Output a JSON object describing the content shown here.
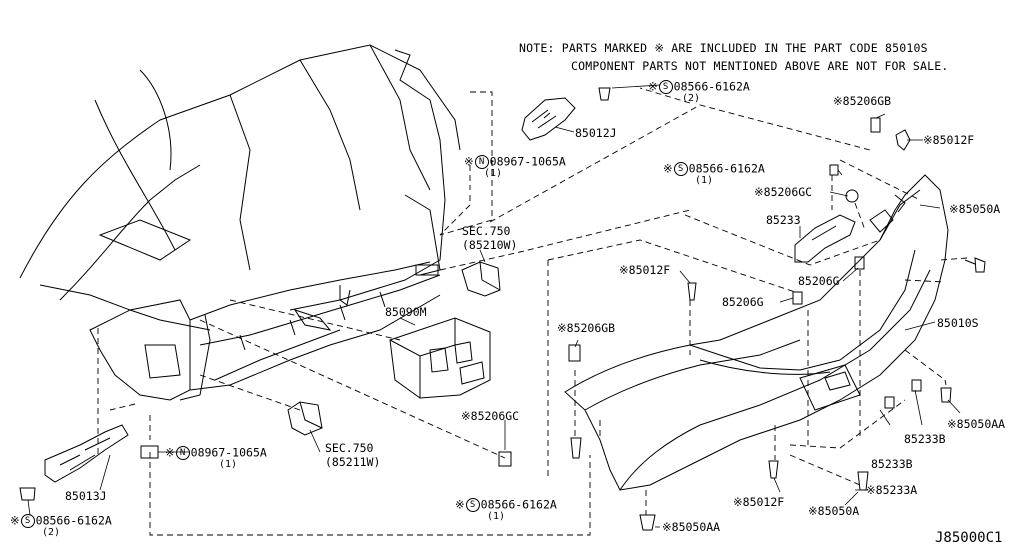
{
  "note": {
    "line1": "NOTE: PARTS MARKED ※ ARE INCLUDED IN THE PART CODE 85010S",
    "line2": "COMPONENT PARTS NOT MENTIONED ABOVE ARE NOT FOR SALE."
  },
  "diagram_id": "J85000C1",
  "mark": "※",
  "labels": {
    "s_top": "08566-6162A",
    "s_top_qty": "(2)",
    "p85012J": "85012J",
    "n_upper": "08967-1065A",
    "n_upper_qty": "(1)",
    "p85206GB_top": "85206GB",
    "p85012F_right": "85012F",
    "s_mid": "08566-6162A",
    "s_mid_qty": "(1)",
    "p85206GC_mid": "85206GC",
    "p85050A_right": "85050A",
    "p85233": "85233",
    "sec750_a": "SEC.750",
    "sec750_a_ref": "(85210W)",
    "p85012F_mid": "85012F",
    "p85206G_right": "85206G",
    "p85206G_mid": "85206G",
    "p85090M": "85090M",
    "p85206GB_mid": "85206GB",
    "p85010S": "85010S",
    "p85206GC_low": "85206GC",
    "p85050AA_right": "85050AA",
    "p85233B_a": "85233B",
    "n_lower": "08967-1065A",
    "n_lower_qty": "(1)",
    "sec750_b": "SEC.750",
    "sec750_b_ref": "(85211W)",
    "p85233B_b": "85233B",
    "p85013J": "85013J",
    "p85233A": "85233A",
    "s_left": "08566-6162A",
    "s_left_qty": "(2)",
    "p85012F_low": "85012F",
    "s_bottom": "08566-6162A",
    "s_bottom_qty": "(1)",
    "p85050A_low": "85050A",
    "p85050AA_low": "85050AA"
  },
  "symbols": {
    "s": "S",
    "n": "N"
  }
}
